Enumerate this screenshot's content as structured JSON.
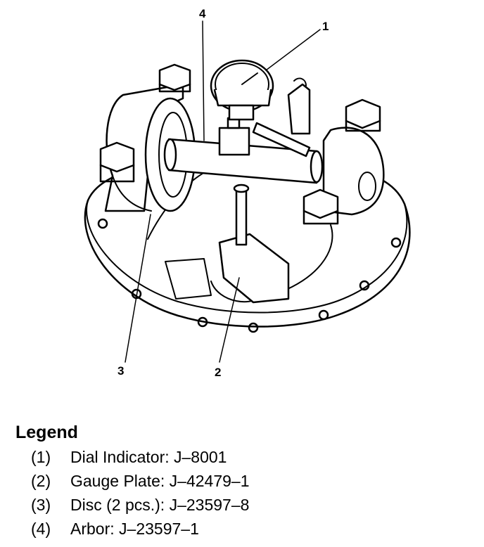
{
  "callouts": [
    {
      "number": "1",
      "part": "dial-indicator"
    },
    {
      "number": "2",
      "part": "gauge-plate"
    },
    {
      "number": "3",
      "part": "disc"
    },
    {
      "number": "4",
      "part": "arbor"
    }
  ],
  "legend": {
    "title": "Legend",
    "items": [
      {
        "number": "(1)",
        "text": "Dial Indicator: J–8001"
      },
      {
        "number": "(2)",
        "text": "Gauge Plate: J–42479–1"
      },
      {
        "number": "(3)",
        "text": "Disc (2 pcs.): J–23597–8"
      },
      {
        "number": "(4)",
        "text": "Arbor: J–23597–1"
      }
    ]
  },
  "colors": {
    "ink": "#000000",
    "paper": "#ffffff"
  }
}
